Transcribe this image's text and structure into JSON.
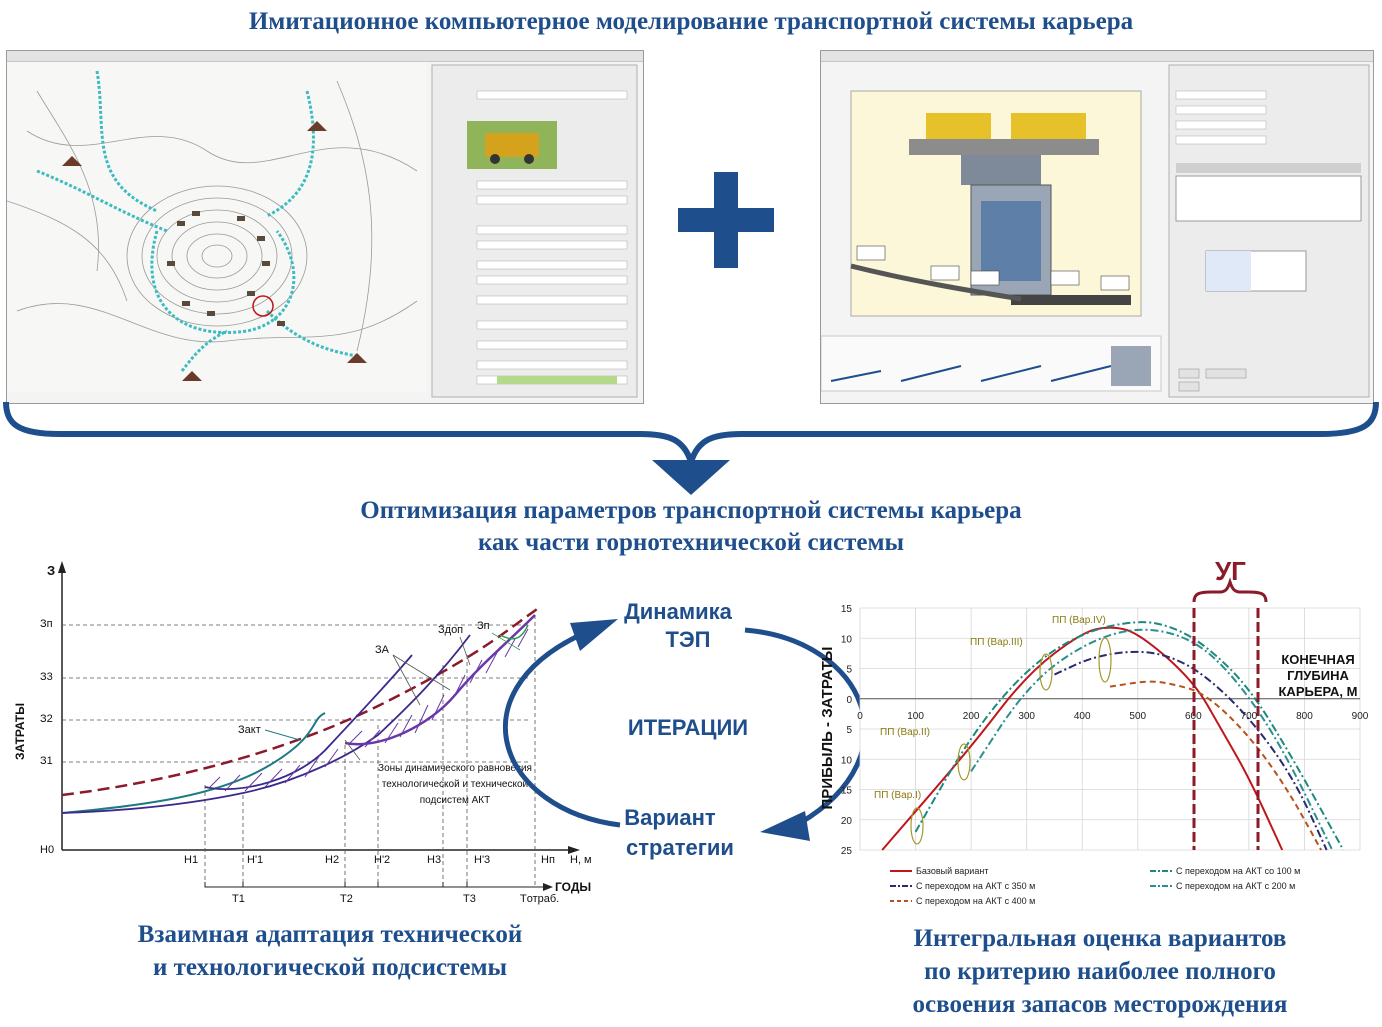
{
  "title_top": "Имитационное компьютерное моделирование транспортной системы карьера",
  "title_mid_line1": "Оптимизация параметров транспортной системы карьера",
  "title_mid_line2": "как части горнотехнической системы",
  "caption_left_line1": "Взаимная адаптация технической",
  "caption_left_line2": "и технологической подсистемы",
  "caption_right_line1": "Интегральная оценка вариантов",
  "caption_right_line2": "по критерию наиболее полного",
  "caption_right_line3": "освоения запасов месторождения",
  "cycle": {
    "top_line1": "Динамика",
    "top_line2": "ТЭП",
    "center": "ИТЕРАЦИИ",
    "bottom_line1": "Вариант",
    "bottom_line2": "стратегии"
  },
  "left_chart": {
    "y_axis_symbol": "З",
    "y_axis_label": "ЗАТРАТЫ",
    "y_ticks": [
      "Зп",
      "З3",
      "З2",
      "З1"
    ],
    "x_ticks": [
      "H0",
      "H1",
      "H'1",
      "H2",
      "H'2",
      "H3",
      "H'3",
      "Hп"
    ],
    "x_unit": "H, м",
    "time_label": "ГОДЫ",
    "time_ticks": [
      "T1",
      "T2",
      "T3",
      "Tотраб."
    ],
    "curve_labels": {
      "akt": "Закт",
      "a": "ЗА",
      "dop": "Здоп",
      "p": "Зп"
    },
    "zone_note_line1": "Зоны динамического равновесия",
    "zone_note_line2": "технологической и технической",
    "zone_note_line3": "подсистем АКТ"
  },
  "right_chart": {
    "y_label": "ПРИБЫЛЬ - ЗАТРАТЫ",
    "ug_label": "УГ",
    "depth_note_line1": "КОНЕЧНАЯ",
    "depth_note_line2": "ГЛУБИНА",
    "depth_note_line3": "КАРЬЕРА, М",
    "variant_labels": [
      "ПП (Вар.I)",
      "ПП (Вар.II)",
      "ПП (Вар.III)",
      "ПП (Вар.IV)"
    ],
    "legend": [
      "Базовый вариант",
      "С переходом на АКТ с 350 м",
      "С переходом на АКТ с 400 м",
      "С переходом на АКТ со 100 м",
      "С переходом на АКТ с 200 м"
    ]
  },
  "chart_data": {
    "type": "line",
    "x": [
      0,
      100,
      200,
      300,
      400,
      500,
      600,
      700,
      800,
      900
    ],
    "x_tick_labels": [
      "0",
      "100",
      "200",
      "300",
      "400",
      "500",
      "600",
      "700",
      "800",
      "900"
    ],
    "y_tick_labels": [
      "15",
      "10",
      "5",
      "0",
      "5",
      "10",
      "15",
      "20",
      "25"
    ],
    "ylim": [
      -25,
      15
    ],
    "xlim": [
      0,
      900
    ],
    "grid": true,
    "legend_position": "bottom",
    "series": [
      {
        "name": "Базовый вариант",
        "color": "#c0161b",
        "style": "solid",
        "points": [
          [
            40,
            -25
          ],
          [
            200,
            -8
          ],
          [
            300,
            4
          ],
          [
            400,
            11
          ],
          [
            450,
            12
          ],
          [
            500,
            11
          ],
          [
            600,
            3
          ],
          [
            650,
            -5
          ],
          [
            700,
            -13
          ],
          [
            760,
            -25
          ]
        ]
      },
      {
        "name": "С переходом на АКТ с 350 м",
        "color": "#2a2a6e",
        "style": "dashdot",
        "points": [
          [
            350,
            4
          ],
          [
            420,
            7
          ],
          [
            500,
            8
          ],
          [
            560,
            7
          ],
          [
            620,
            4
          ],
          [
            700,
            -3
          ],
          [
            780,
            -13
          ],
          [
            840,
            -25
          ]
        ]
      },
      {
        "name": "С переходом на АКТ с 400 м",
        "color": "#b5531c",
        "style": "dashed",
        "points": [
          [
            450,
            2
          ],
          [
            520,
            3
          ],
          [
            560,
            2.5
          ],
          [
            620,
            1
          ],
          [
            700,
            -6
          ],
          [
            770,
            -15
          ],
          [
            830,
            -25
          ]
        ]
      },
      {
        "name": "С переходом на АКТ со 100 м",
        "color": "#1c8a7c",
        "style": "dashdot",
        "points": [
          [
            100,
            -22
          ],
          [
            200,
            -6
          ],
          [
            300,
            5
          ],
          [
            400,
            11
          ],
          [
            500,
            13
          ],
          [
            560,
            12
          ],
          [
            620,
            9
          ],
          [
            700,
            2
          ],
          [
            780,
            -10
          ],
          [
            870,
            -25
          ]
        ]
      },
      {
        "name": "С переходом на АКТ с 200 м",
        "color": "#2b8f8f",
        "style": "dashdot",
        "points": [
          [
            200,
            -12
          ],
          [
            300,
            2
          ],
          [
            400,
            9
          ],
          [
            500,
            12
          ],
          [
            600,
            10
          ],
          [
            680,
            3
          ],
          [
            760,
            -8
          ],
          [
            850,
            -25
          ]
        ]
      }
    ]
  }
}
